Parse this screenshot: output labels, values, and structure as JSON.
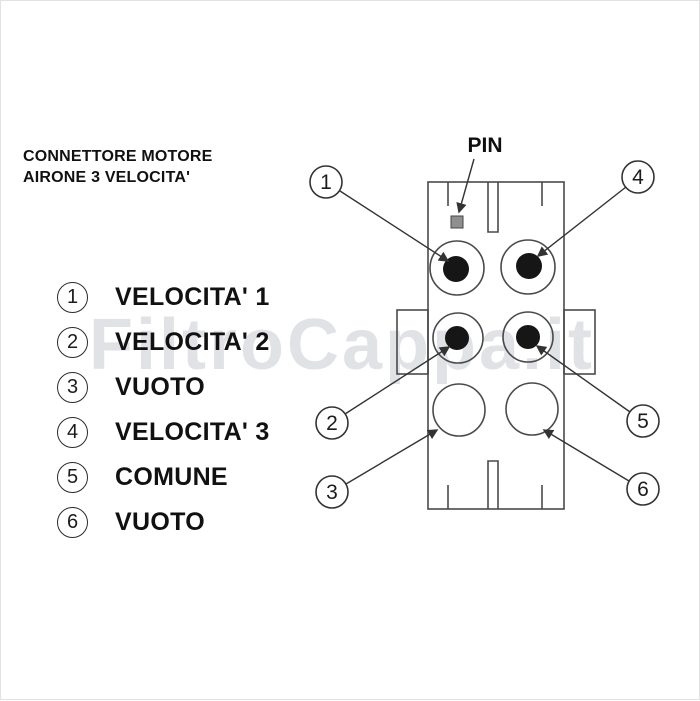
{
  "title": {
    "line1": "CONNETTORE MOTORE",
    "line2": "AIRONE 3 VELOCITA'"
  },
  "legend": {
    "items": [
      {
        "num": "1",
        "label": "VELOCITA' 1"
      },
      {
        "num": "2",
        "label": "VELOCITA' 2"
      },
      {
        "num": "3",
        "label": "VUOTO"
      },
      {
        "num": "4",
        "label": "VELOCITA' 3"
      },
      {
        "num": "5",
        "label": "COMUNE"
      },
      {
        "num": "6",
        "label": "VUOTO"
      }
    ]
  },
  "diagram": {
    "pin_label": "PIN",
    "callouts": [
      "1",
      "4",
      "2",
      "5",
      "3",
      "6"
    ]
  },
  "watermark": "FiltroCappa.it",
  "colors": {
    "line": "#4a4a4a",
    "pin": "#161616",
    "pin_marker": "#8f8f8f",
    "watermark": "#c7ccd2",
    "text": "#111111"
  }
}
